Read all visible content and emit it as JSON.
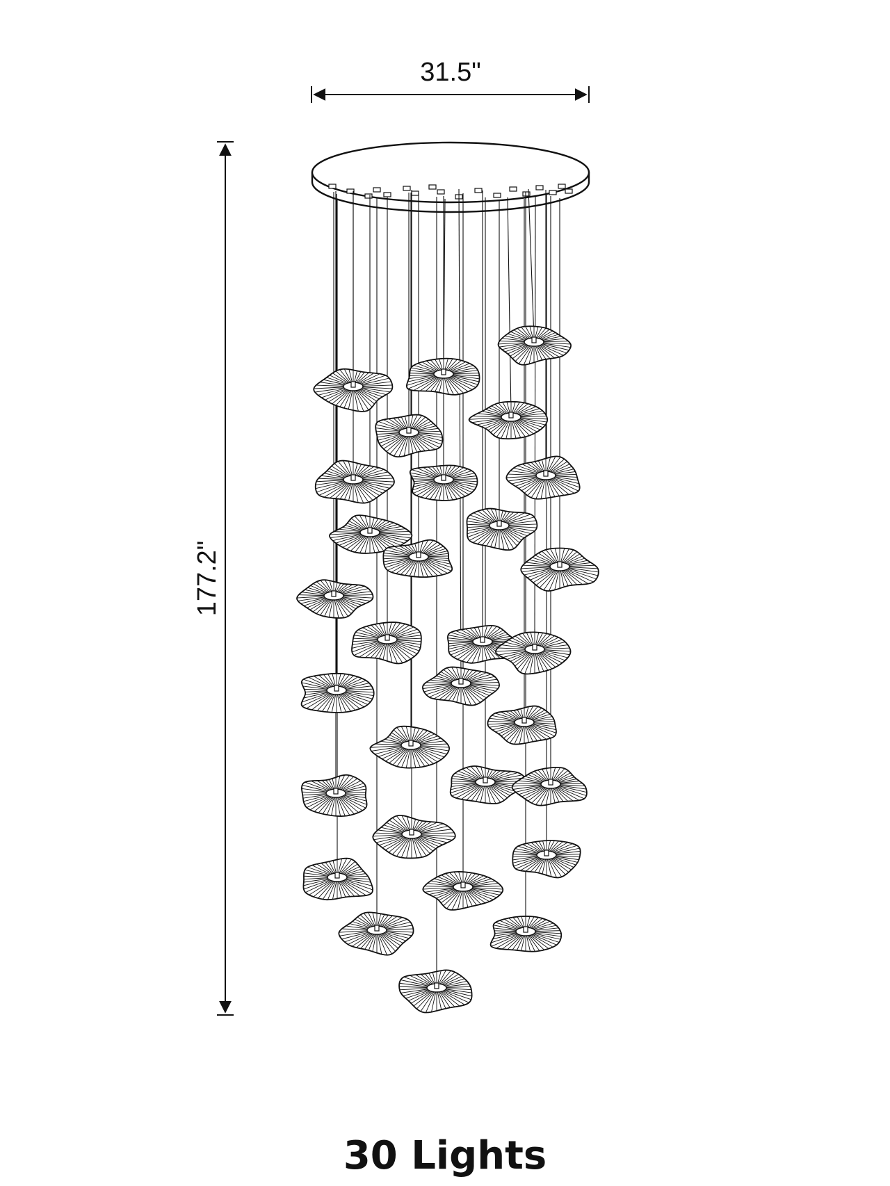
{
  "dimensions": {
    "width_label": "31.5\"",
    "height_label": "177.2\""
  },
  "caption": "30 Lights",
  "fixture": {
    "light_count": 30,
    "pendant_shape": "lotus-leaf",
    "canopy_shape": "round"
  },
  "colors": {
    "line": "#111111",
    "background": "#ffffff"
  }
}
